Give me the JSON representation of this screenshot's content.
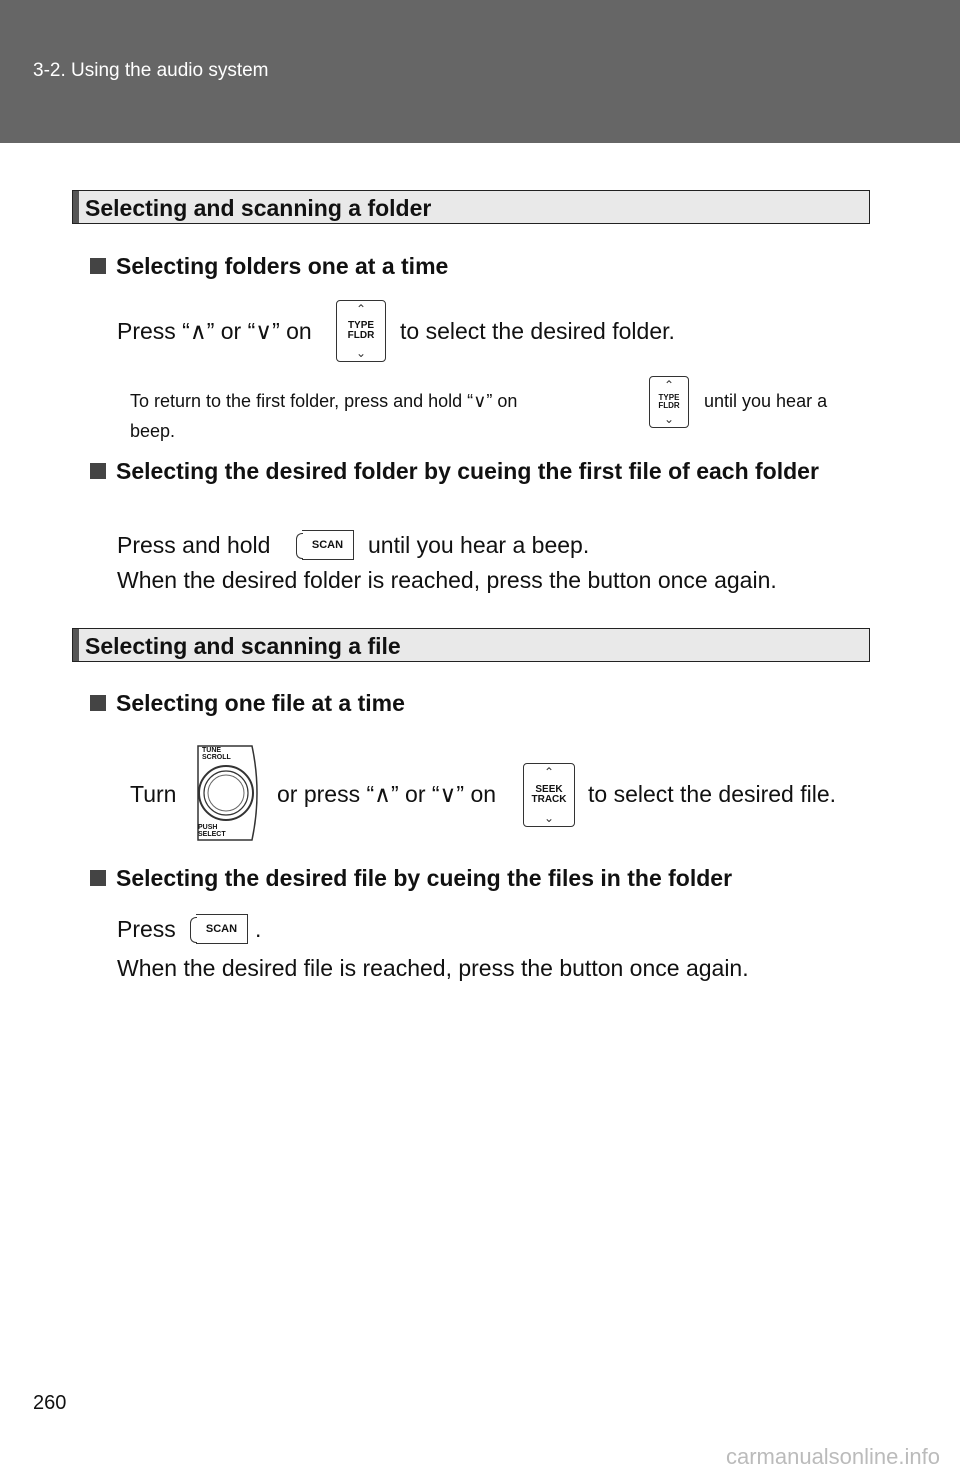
{
  "header": {
    "breadcrumb": "3-2. Using the audio system"
  },
  "section1": {
    "title": "Selecting and scanning a folder",
    "sub1": {
      "title": "Selecting folders one at a time",
      "press_a": "Press “",
      "press_b": "” or “",
      "press_c": "” on",
      "press_d": "to select the desired folder.",
      "note_a": "To return to the first folder, press and hold “",
      "note_b": "” on",
      "note_c": "until you hear a",
      "note_d": "beep."
    },
    "sub2": {
      "title": "Selecting the desired folder by cueing the first file of each folder",
      "line1_a": "Press and hold",
      "line1_b": "until you hear a beep.",
      "line2": "When the desired folder is reached, press the button once again."
    }
  },
  "section2": {
    "title": "Selecting and scanning a file",
    "sub1": {
      "title": "Selecting one file at a time",
      "turn": "Turn",
      "press_a": "or press “",
      "press_b": "” or “",
      "press_c": "” on",
      "press_d": "to select the desired file."
    },
    "sub2": {
      "title": "Selecting the desired file by cueing the files in the folder",
      "press": "Press",
      "dot": ".",
      "line2": "When the desired file is reached, press the button once again."
    }
  },
  "symbols": {
    "up": "∧",
    "down": "∨"
  },
  "buttons": {
    "type_fldr": "TYPE FLDR",
    "scan": "SCAN",
    "seek_track": "SEEK TRACK",
    "tune_scroll": "TUNE SCROLL",
    "push_select": "PUSH SELECT"
  },
  "page_number": "260",
  "watermark": "carmanualsonline.info"
}
